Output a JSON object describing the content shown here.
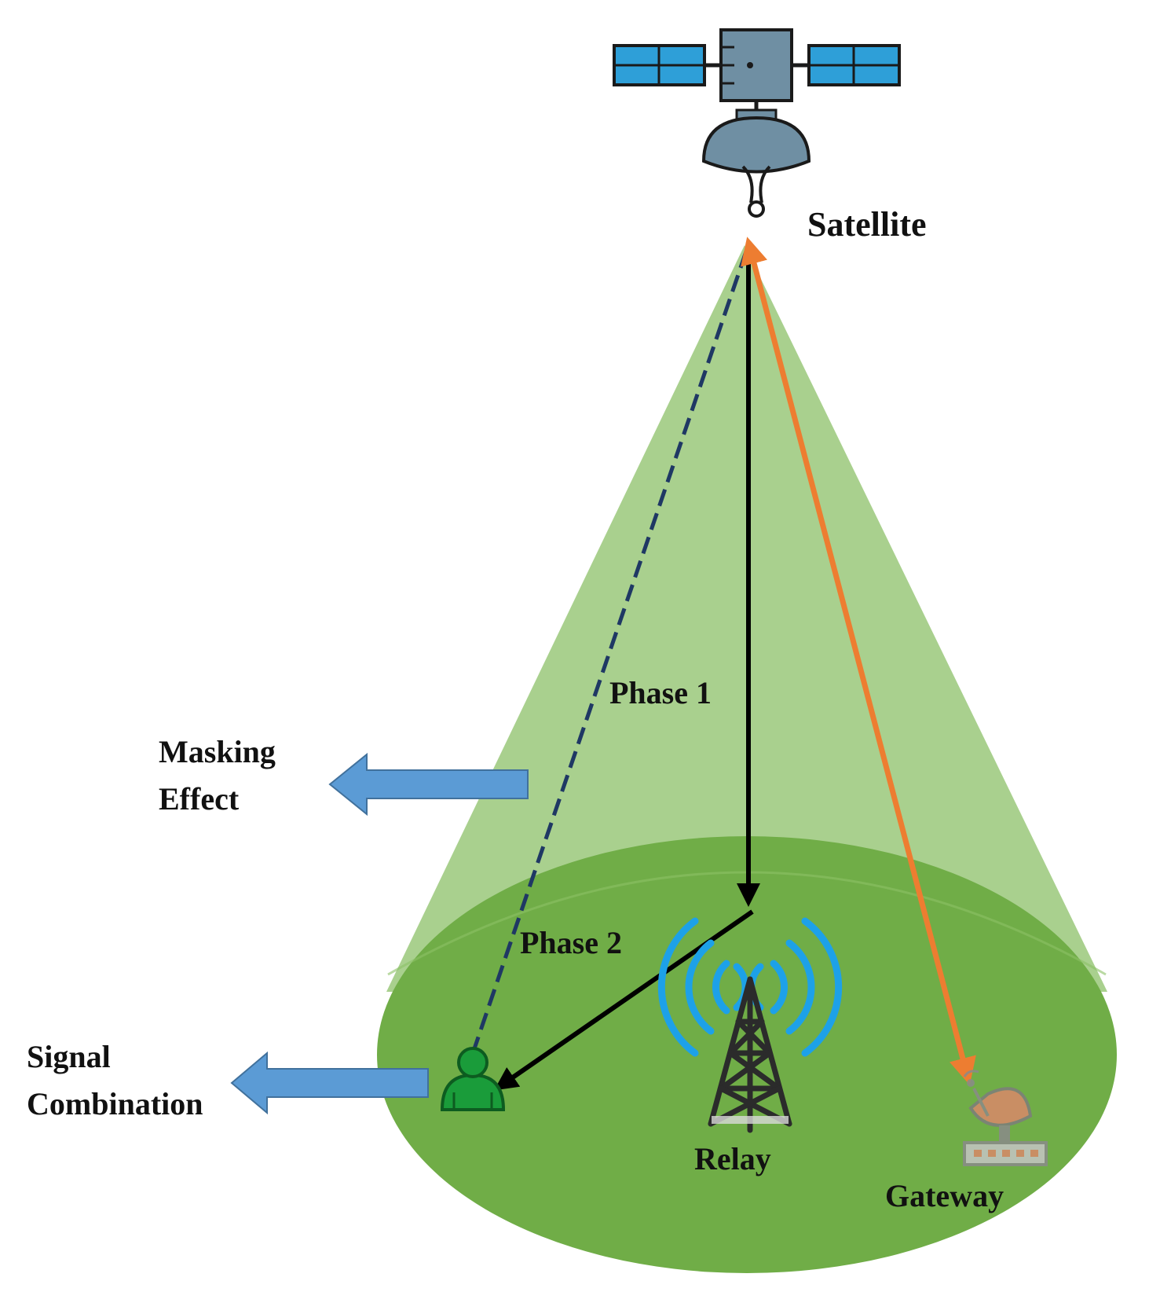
{
  "labels": {
    "satellite": "Satellite",
    "phase1": "Phase 1",
    "phase2": "Phase 2",
    "masking_line1": "Masking",
    "masking_line2": "Effect",
    "signal_line1": "Signal",
    "signal_line2": "Combination",
    "relay": "Relay",
    "gateway": "Gateway"
  },
  "colors": {
    "cone_fill": "#a9d08e",
    "ground_fill": "#70ad47",
    "ground_upper": "#7eb857",
    "solar_panel": "#2e9fd8",
    "satellite_body": "#6f8fa3",
    "phase_arrow": "#000000",
    "dashed_link": "#1f3864",
    "gateway_link": "#ed7d31",
    "block_arrow": "#5b9bd5",
    "relay_waves": "#1da1e8",
    "user": "#1a9c3a",
    "gateway_dish": "#d9896a"
  },
  "icons": {
    "satellite": "satellite-icon",
    "relay": "cell-tower-icon",
    "user": "user-icon",
    "gateway": "satellite-dish-icon"
  }
}
